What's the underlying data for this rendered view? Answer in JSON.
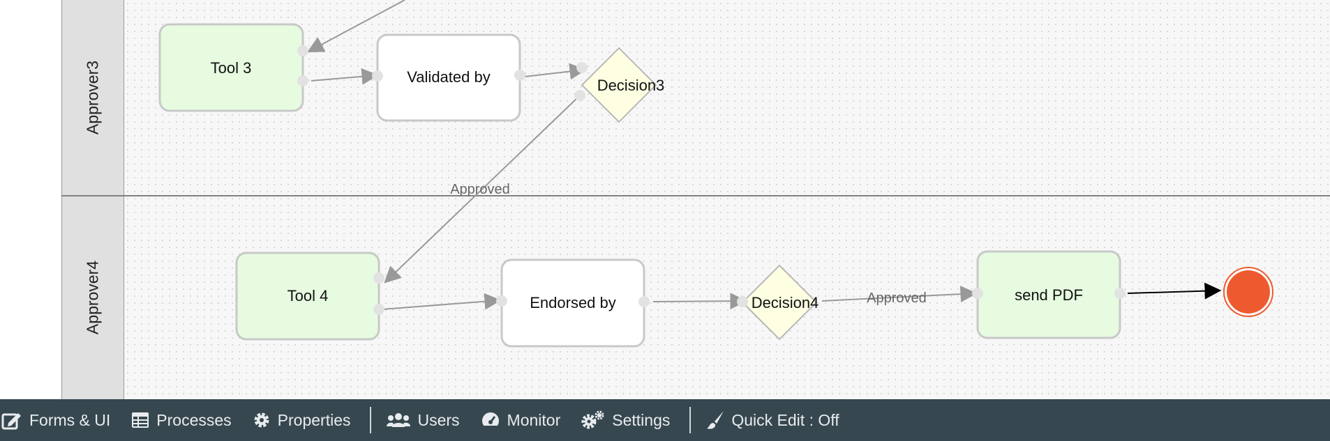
{
  "lanes": [
    {
      "id": "approver3",
      "label": "Approver3"
    },
    {
      "id": "approver4",
      "label": "Approver4"
    }
  ],
  "nodes": {
    "tool3": {
      "label": "Tool 3",
      "kind": "task",
      "fill": "#e6fbe0"
    },
    "validated": {
      "label": "Validated by",
      "kind": "task",
      "fill": "#ffffff"
    },
    "decision3": {
      "label": "Decision3",
      "kind": "gateway",
      "fill": "#fefee2"
    },
    "tool4": {
      "label": "Tool 4",
      "kind": "task",
      "fill": "#e6fbe0"
    },
    "endorsed": {
      "label": "Endorsed by",
      "kind": "task",
      "fill": "#ffffff"
    },
    "decision4": {
      "label": "Decision4",
      "kind": "gateway",
      "fill": "#fefee2"
    },
    "sendpdf": {
      "label": "send PDF",
      "kind": "task",
      "fill": "#e6fbe0"
    },
    "end": {
      "label": "",
      "kind": "end-event",
      "fill": "#ee5a2f"
    }
  },
  "edge_labels": {
    "decision3_to_tool4": "Approved",
    "decision4_to_sendpdf": "Approved"
  },
  "toolbar": {
    "forms": "Forms & UI",
    "processes": "Processes",
    "properties": "Properties",
    "users": "Users",
    "monitor": "Monitor",
    "settings": "Settings",
    "quick_edit": "Quick Edit : Off"
  },
  "colors": {
    "toolbar_bg": "#37474f",
    "edge": "#999999",
    "end_edge": "#000000",
    "end_event": "#ee5a2f"
  }
}
